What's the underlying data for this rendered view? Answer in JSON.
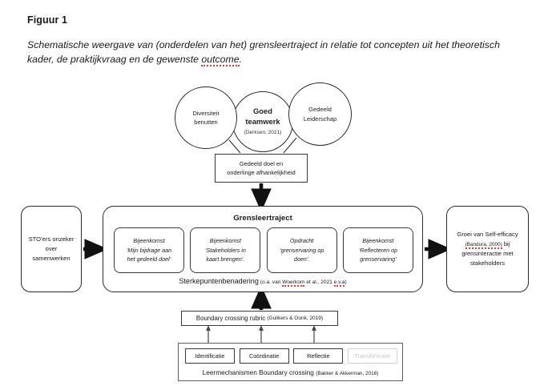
{
  "figure": {
    "label": "Figuur 1",
    "caption": "Schematische weergave van (onderdelen van het) grensleertraject in relatie tot concepten uit het theoretisch kader, de praktijkvraag en de gewenste outcome.",
    "caption_part1": "Schematische weergave van (onderdelen van het) grensleertraject in relatie tot concepten uit het theoretisch kader, de praktijkvraag en de gewenste ",
    "caption_misspelled": "outcome",
    "caption_part2": "."
  },
  "circles": [
    {
      "id": "diversiteit",
      "line1": "Diversiteit",
      "line2": "benutten"
    },
    {
      "id": "goed-teamwerk",
      "line1": "Goed",
      "line2": "teamwerk",
      "cite": "(Derksen, 2021)"
    },
    {
      "id": "gedeeld-leiderschap",
      "line1": "Gedeeld",
      "line2": "Leiderschap"
    }
  ],
  "shared_goal_box": {
    "line1": "Gedeeld doel en",
    "line2": "onderlinge afhankelijkheid"
  },
  "left_box": {
    "line1": "STO’ers onzeker",
    "line2": "over",
    "line3": "samenwerken"
  },
  "right_box": {
    "line1": "Groei van Self-efficacy",
    "cite": "(Bandura, 2000)",
    "line2_tail": " bij",
    "line3": "grensinteractie met",
    "line4": "stakeholders"
  },
  "traject": {
    "title": "Grensleertraject",
    "footer_main": "Sterkepuntenbenadering",
    "footer_cite_pre": "(o.a. van ",
    "footer_cite_spell1": "Woerkom",
    "footer_cite_mid": " et al., 2021 ",
    "footer_cite_spell2": "e.v.a",
    "footer_cite_post": ")",
    "steps": [
      {
        "id": "bijeenkomst-1",
        "line1": "Bijeenkomst",
        "line2": "‘Mijn bijdrage aan",
        "line3": "het gedeeld doel’"
      },
      {
        "id": "bijeenkomst-2",
        "line1": "Bijeenkomst",
        "line2": "‘Stakeholders in",
        "line3": "kaart brengen’."
      },
      {
        "id": "opdracht",
        "line1": "Opdracht",
        "line2": "‘grenservaring op",
        "line3": "doen’."
      },
      {
        "id": "bijeenkomst-3",
        "line1": "Bijeenkomst",
        "line2": "‘Reflecteren op",
        "line3": "grenservaring’"
      }
    ]
  },
  "rubric": {
    "main": "Boundary crossing rubric",
    "cite": "(Gulikers & Oonk, 2019)"
  },
  "mechanisms": {
    "cells": [
      {
        "id": "identificatie",
        "label": "Identificatie",
        "disabled": false
      },
      {
        "id": "coordinatie",
        "label": "Coördinatie",
        "disabled": false
      },
      {
        "id": "reflectie",
        "label": "Reflectie",
        "disabled": false
      },
      {
        "id": "transformatie",
        "label": "Transformatie",
        "disabled": true
      }
    ],
    "footer_main": "Leermechanismen Boundary crossing",
    "footer_cite": "(Bakker & Akkerman, 2016)"
  },
  "colors": {
    "stroke": "#2b2b2b",
    "stroke_light": "#3a3a3a",
    "disabled": "#c9c9c9",
    "spellcheck": "#e23b3b",
    "background": "#ffffff"
  }
}
